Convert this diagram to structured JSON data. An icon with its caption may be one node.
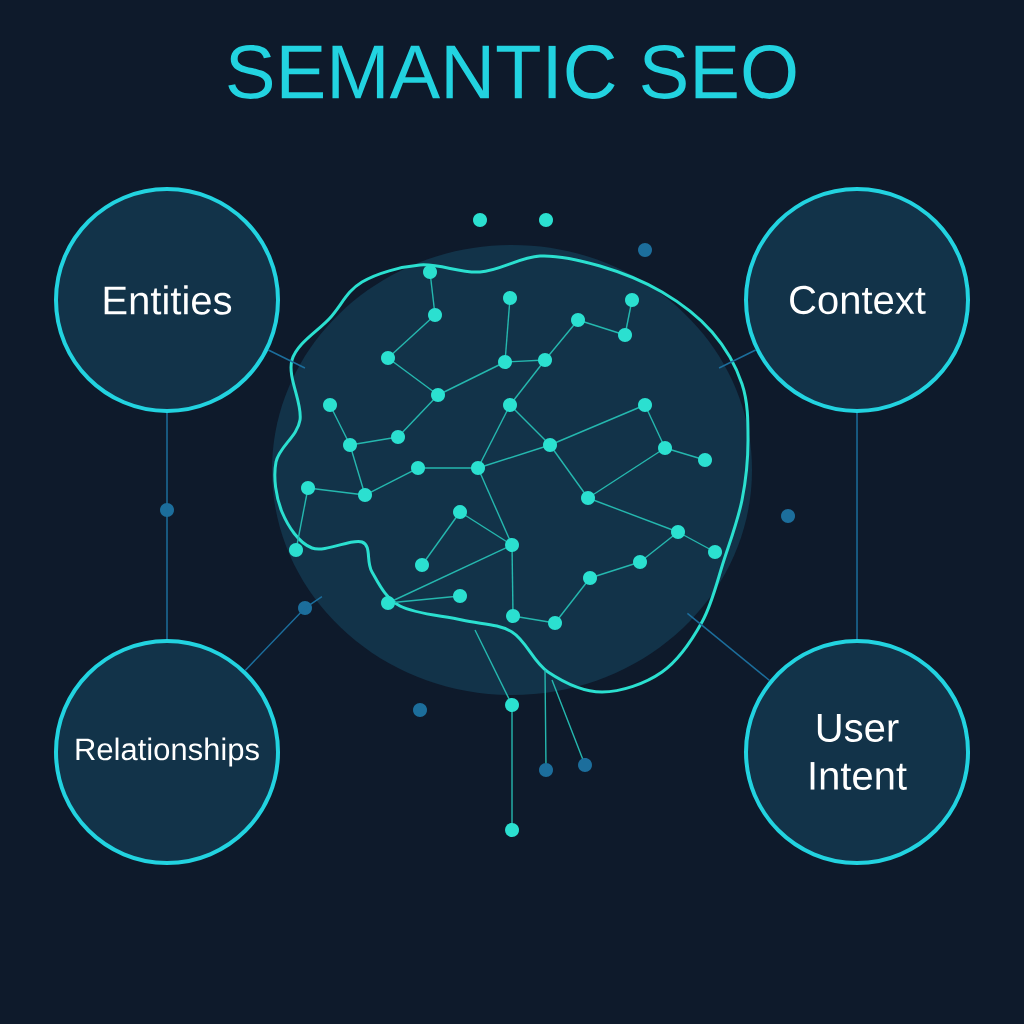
{
  "diagram": {
    "title": "SEMANTIC SEO",
    "nodes": [
      {
        "text": [
          "Entities"
        ]
      },
      {
        "text": [
          "Context"
        ]
      },
      {
        "text": [
          "Relationships"
        ]
      },
      {
        "text": [
          "User Intent"
        ]
      },
      {
        "text": [],
        "shape": "picture"
      }
    ],
    "edges": [
      {
        "from": 0,
        "to": 4,
        "arrow": "none"
      },
      {
        "from": 1,
        "to": 4,
        "arrow": "none"
      },
      {
        "from": 2,
        "to": 4,
        "arrow": "none"
      },
      {
        "from": 3,
        "to": 4,
        "arrow": "none"
      },
      {
        "from": 0,
        "to": 2,
        "arrow": "none"
      },
      {
        "from": 1,
        "to": 3,
        "arrow": "none"
      }
    ]
  }
}
